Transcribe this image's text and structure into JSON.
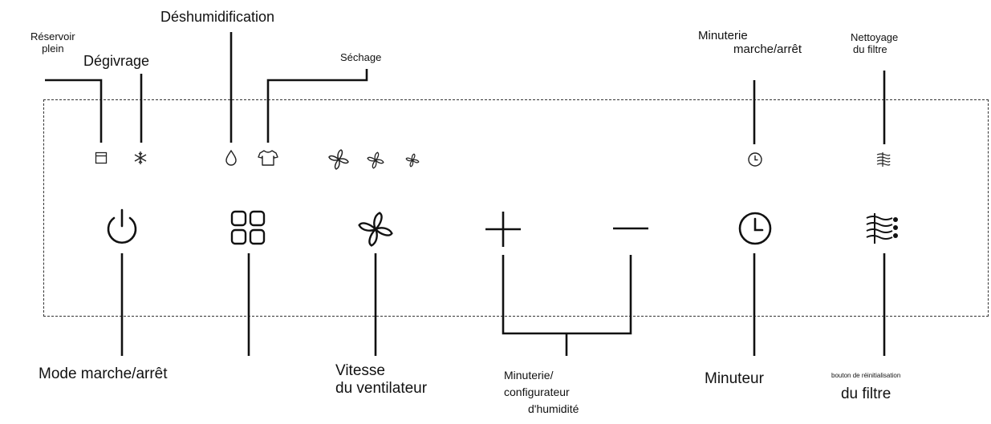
{
  "top_labels": {
    "reservoir": [
      "Réservoir",
      "plein"
    ],
    "defrost": "Dégivrage",
    "dehumidification": "Déshumidification",
    "drying": "Séchage",
    "timer_onoff": [
      "Minuterie",
      "marche/arrêt"
    ],
    "filter_cleaning": [
      "Nettoyage",
      "du filtre"
    ]
  },
  "bottom_labels": {
    "power_mode": "Mode marche/arrêt",
    "fan_speed": [
      "Vitesse",
      "du ventilateur"
    ],
    "timer_humidity": [
      "Minuterie/",
      "configurateur",
      "d'humidité"
    ],
    "timer": "Minuteur",
    "filter_reset": [
      "bouton de réinitialisation",
      "du filtre"
    ]
  },
  "icons": {
    "indicators": [
      "tank-full-icon",
      "snowflake-icon",
      "droplet-icon",
      "shirt-icon",
      "fan-high-icon",
      "fan-medium-icon",
      "fan-low-icon",
      "clock-small-icon",
      "filter-small-icon"
    ],
    "buttons": [
      "power-icon",
      "mode-grid-icon",
      "fan-icon",
      "plus-icon",
      "minus-icon",
      "clock-icon",
      "filter-icon"
    ]
  },
  "colors": {
    "ink": "#111111",
    "panel_border": "#333333"
  }
}
